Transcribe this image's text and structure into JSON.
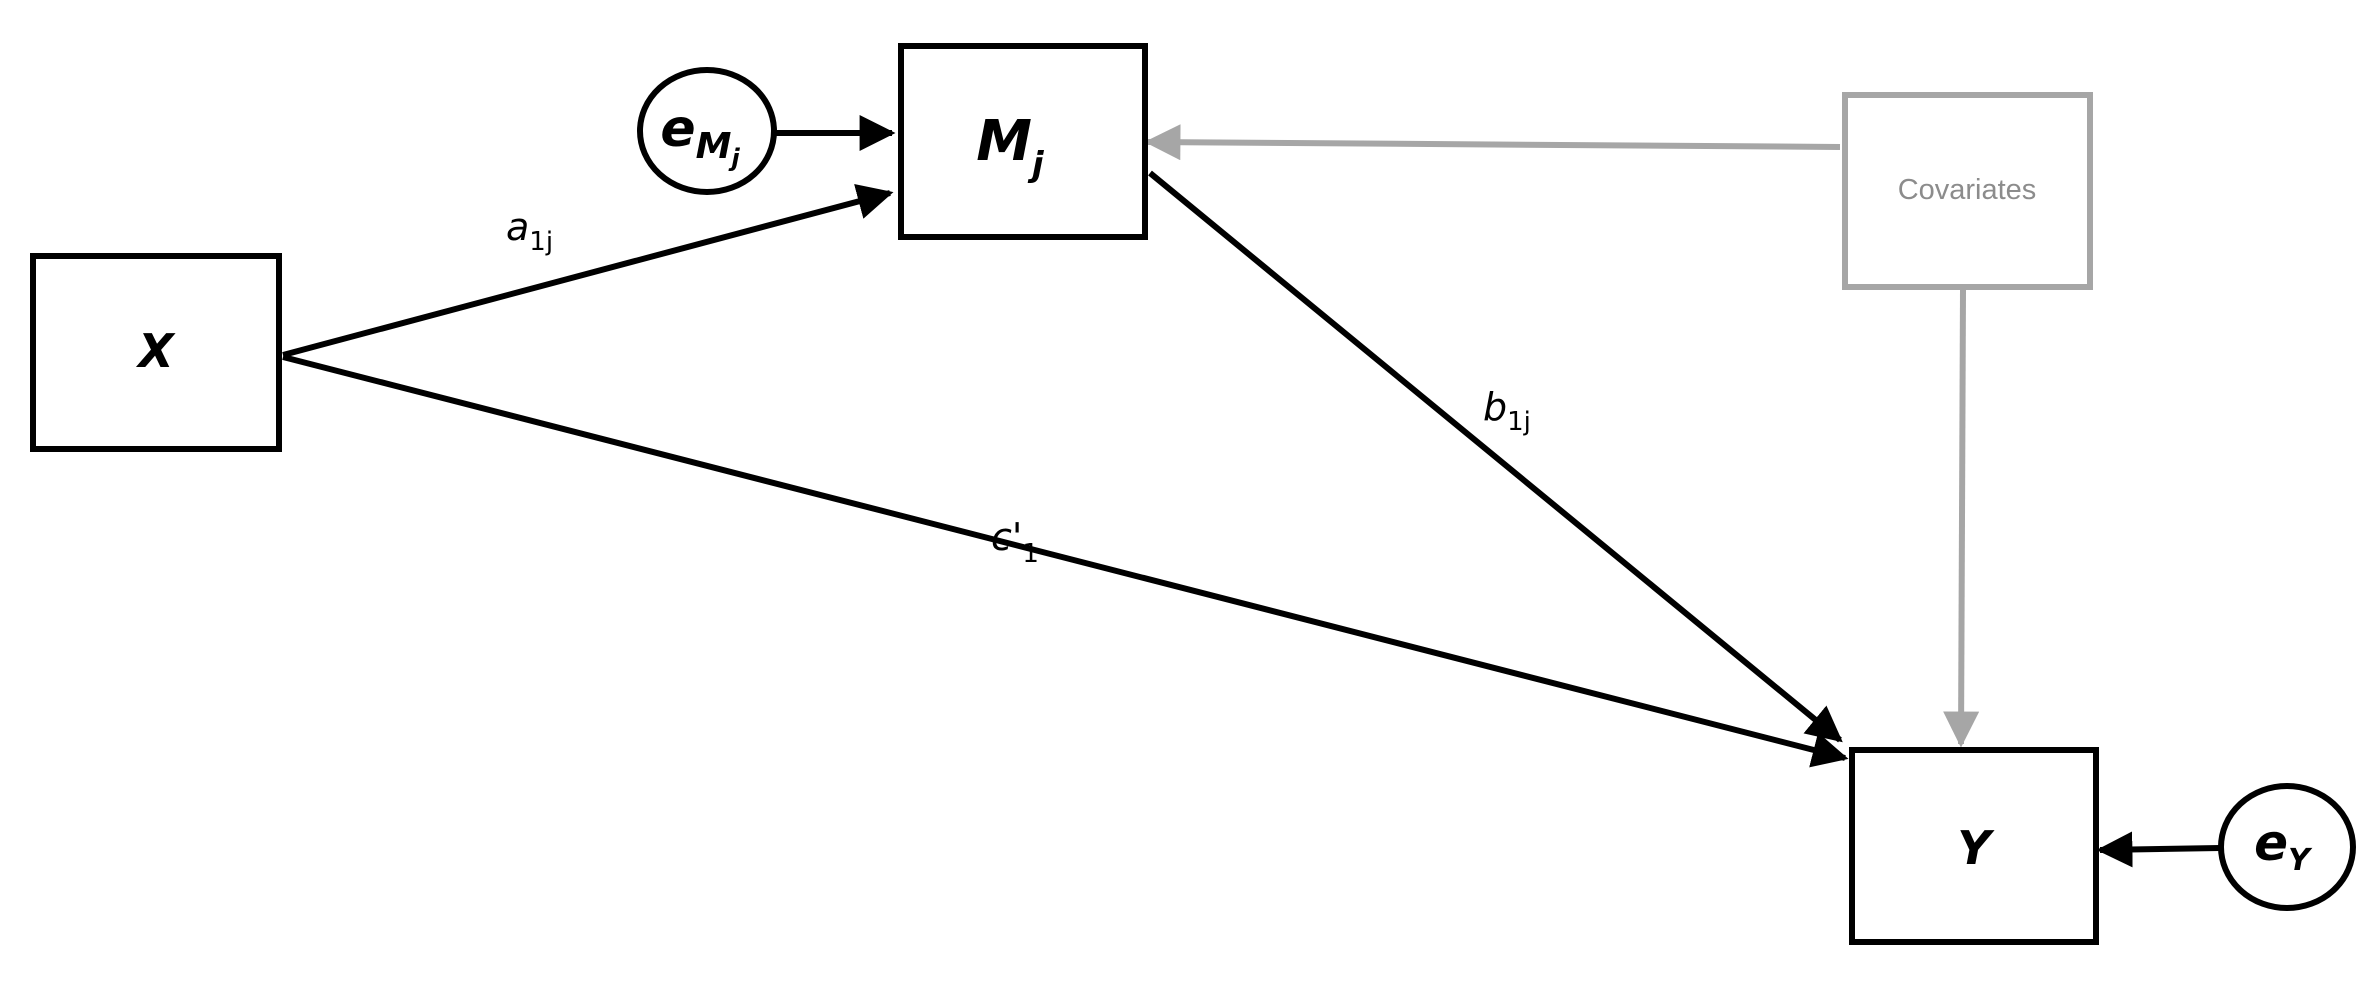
{
  "nodes": {
    "x": {
      "label": "X"
    },
    "m": {
      "label": "M",
      "subscript": "j"
    },
    "y": {
      "label": "Y"
    },
    "covariates": {
      "label": "Covariates"
    },
    "e_m": {
      "label": "e",
      "subscript": "M",
      "sub_subscript": "j"
    },
    "e_y": {
      "label": "e",
      "subscript": "Y"
    }
  },
  "paths": {
    "a": {
      "label": "a",
      "subscript": "1j"
    },
    "b": {
      "label": "b",
      "subscript": "1j"
    },
    "c": {
      "label": "c",
      "prime": "'",
      "subscript": "1"
    }
  },
  "colors": {
    "main": "#000000",
    "covariate": "#a6a6a6",
    "covariate_text": "#8c8c8c"
  }
}
